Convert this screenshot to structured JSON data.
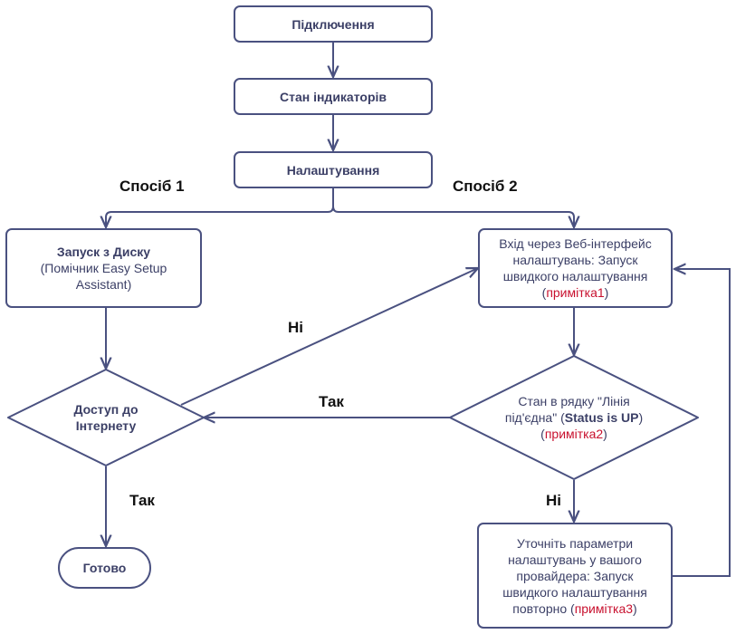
{
  "steps": {
    "connect": "Підключення",
    "leds": "Стан індикаторів",
    "setup": "Налаштування"
  },
  "methods": {
    "method1": "Спосіб 1",
    "method2": "Спосіб 2"
  },
  "disk": {
    "title": "Запуск з Диску",
    "sub_line1": "(Помічник Easy Setup",
    "sub_line2": "Assistant)"
  },
  "web": {
    "line1": "Вхід через Веб-інтерфейс",
    "line2": "налаштувань: Запуск",
    "line3": "швидкого налаштування",
    "note_open": "(",
    "note": "примітка1",
    "note_close": ")"
  },
  "internet": {
    "line1": "Доступ до",
    "line2": "Інтернету"
  },
  "status": {
    "line1": "Стан в рядку \"Лінія",
    "line2_a": "під'єдна\" (",
    "line2_b": "Status is UP",
    "line2_c": ")",
    "note_open": "(",
    "note": "примітка2",
    "note_close": ")"
  },
  "check": {
    "line1": "Уточніть параметри",
    "line2": "налаштувань у вашого",
    "line3": "провайдера: Запуск",
    "line4": "швидкого налаштування",
    "line5_a": "повторно (",
    "note": "примітка3",
    "line5_c": ")"
  },
  "done": "Готово",
  "labels": {
    "no_left": "Ні",
    "yes_mid": "Так",
    "yes_bottom": "Так",
    "no_right": "Ні"
  },
  "colors": {
    "stroke": "#4a5180",
    "text": "#3b3f66",
    "note": "#c8102e"
  }
}
